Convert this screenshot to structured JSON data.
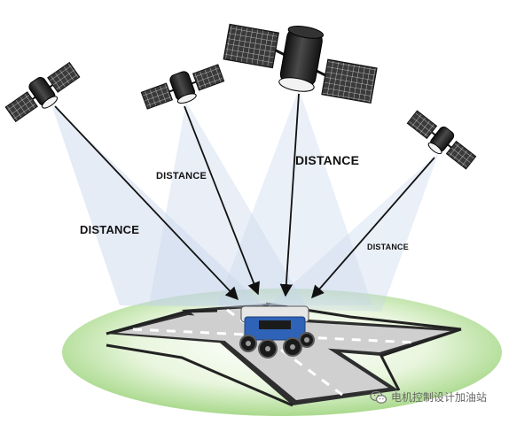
{
  "labels": {
    "d1": "DISTANCE",
    "d2": "DISTANCE",
    "d3": "DISTANCE",
    "d4": "DISTANCE"
  },
  "watermark": {
    "text": "电机控制设计加油站",
    "icon": "wechat-icon"
  },
  "colors": {
    "ground": "#b9e39a",
    "road": "#3a3a3a",
    "road_marking": "#ffffff",
    "beam": "#c9d6ea",
    "satellite_panel": "#2b2b2b",
    "satellite_body": "#1c1c1c",
    "robot": "#2b5fb5"
  }
}
